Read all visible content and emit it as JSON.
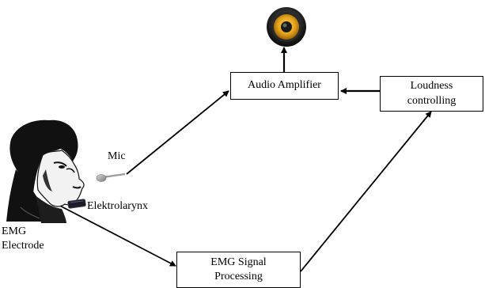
{
  "nodes": {
    "audio_amplifier": "Audio Amplifier",
    "loudness_controlling": "Loudness\ncontrolling",
    "emg_signal_processing": "EMG Signal\nProcessing"
  },
  "labels": {
    "mic": "Mic",
    "elektrolarynx": "Elektrolarynx",
    "emg_electrode": "EMG\nElectrode"
  },
  "colors": {
    "line": "#000000",
    "speaker_gold": "#e8a51c",
    "speaker_dark": "#1a1a1a",
    "portrait_ink": "#111111"
  },
  "icons": {
    "speaker": "speaker-icon",
    "microphone": "microphone-icon",
    "portrait": "person-portrait",
    "electrolarynx": "electrolarynx-device-icon"
  }
}
